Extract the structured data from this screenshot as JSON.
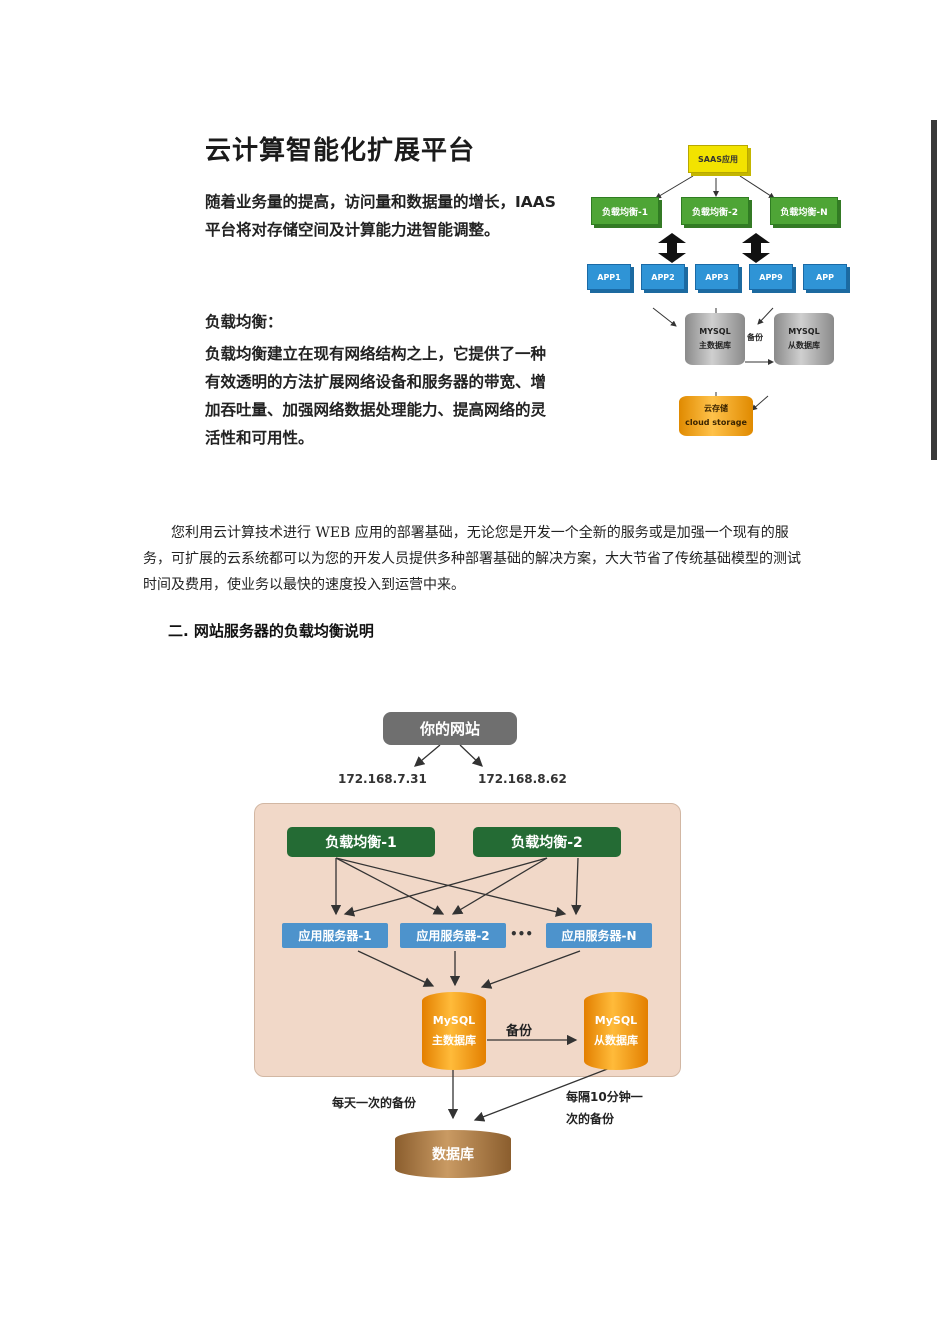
{
  "figure1": {
    "title": "云计算智能化扩展平台",
    "intro": "随着业务量的提高，访问量和数据量的增长，IAAS平台将对存储空间及计算能力进智能调整。",
    "lb_heading": "负载均衡：",
    "lb_body": "负载均衡建立在现有网络结构之上，它提供了一种有效透明的方法扩展网络设备和服务器的带宽、增加吞吐量、加强网络数据处理能力、提高网络的灵活性和可用性。",
    "saas": "SAAS应用",
    "balancers": [
      "负载均衡-1",
      "负载均衡-2",
      "负载均衡-N"
    ],
    "apps": [
      "APP1",
      "APP2",
      "APP3",
      "APP9",
      "APP"
    ],
    "mysql_master": [
      "MYSQL",
      "主数据库"
    ],
    "backup": "备份",
    "mysql_slave": [
      "MYSQL",
      "从数据库"
    ],
    "storage": [
      "云存储",
      "cloud storage"
    ]
  },
  "body": {
    "paragraph": "您利用云计算技术进行 WEB 应用的部署基础，无论您是开发一个全新的服务或是加强一个现有的服务，可扩展的云系统都可以为您的开发人员提供多种部署基础的解决方案，大大节省了传统基础模型的测试时间及费用，使业务以最快的速度投入到运营中来。",
    "heading": "二. 网站服务器的负载均衡说明"
  },
  "figure2": {
    "site": "你的网站",
    "ip1": "172.168.7.31",
    "ip2": "172.168.8.62",
    "lb1": "负载均衡-1",
    "lb2": "负载均衡-2",
    "app1": "应用服务器-1",
    "app2": "应用服务器-2",
    "ellipsis": "•••",
    "appN": "应用服务器-N",
    "master": [
      "MySQL",
      "主数据库"
    ],
    "backup": "备份",
    "slave": [
      "MySQL",
      "从数据库"
    ],
    "daily": "每天一次的备份",
    "interval": [
      "每隔10分钟一",
      "次的备份"
    ],
    "db": "数据库"
  }
}
